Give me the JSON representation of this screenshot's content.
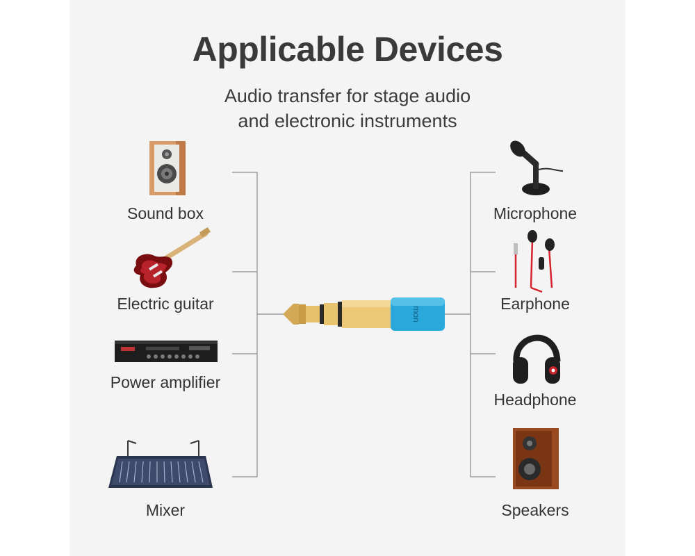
{
  "heading": {
    "title": "Applicable Devices",
    "subtitle_line1": "Audio transfer for stage audio",
    "subtitle_line2": "and electronic instruments"
  },
  "left_devices": [
    {
      "label": "Sound box",
      "icon": "sound-box-icon"
    },
    {
      "label": "Electric guitar",
      "icon": "electric-guitar-icon"
    },
    {
      "label": "Power amplifier",
      "icon": "power-amplifier-icon"
    },
    {
      "label": "Mixer",
      "icon": "mixer-icon"
    }
  ],
  "right_devices": [
    {
      "label": "Microphone",
      "icon": "microphone-icon"
    },
    {
      "label": "Earphone",
      "icon": "earphone-icon"
    },
    {
      "label": "Headphone",
      "icon": "headphone-icon"
    },
    {
      "label": "Speakers",
      "icon": "speakers-icon"
    }
  ],
  "adapter": {
    "brand_text": "mon",
    "icon": "audio-adapter-icon"
  },
  "colors": {
    "text": "#333333",
    "line": "#8a8a8a",
    "adapter_gold": "#e8c16a",
    "adapter_blue": "#2aa8dc"
  }
}
